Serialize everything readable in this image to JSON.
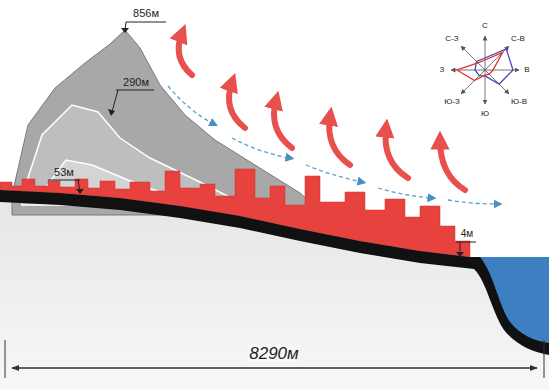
{
  "diagram": {
    "labels": [
      "856м",
      "С",
      "С-З",
      "С-В",
      "З",
      "В",
      "290м",
      "Ю-З",
      "Ю-В",
      "Ю",
      "53м",
      "4м",
      "8290м"
    ]
  }
}
